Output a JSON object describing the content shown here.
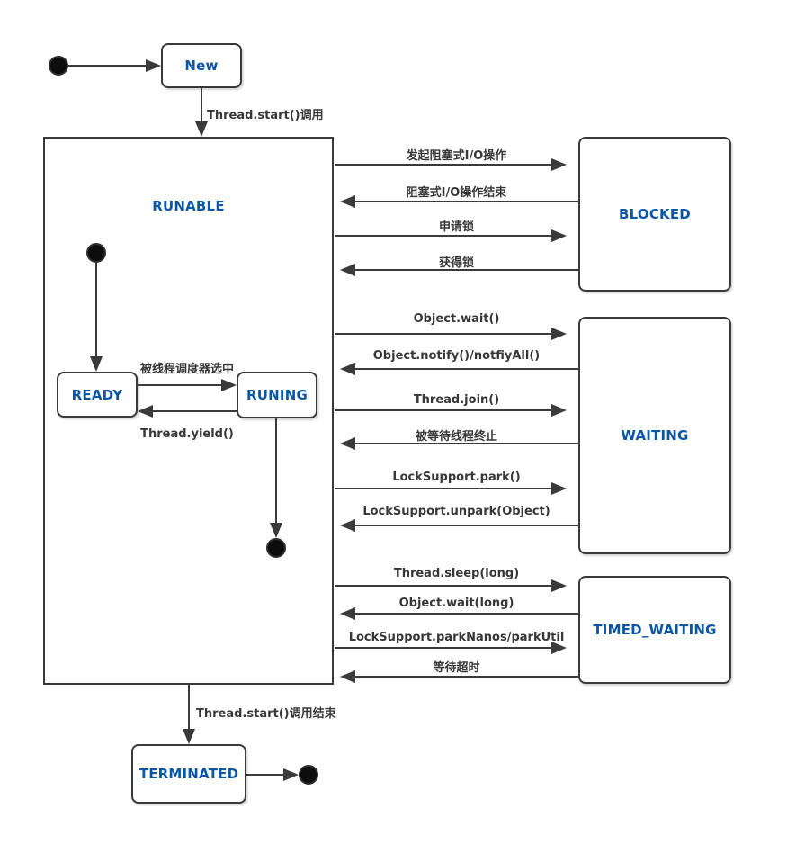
{
  "colors": {
    "state_label": "#0b57a5",
    "line": "#3a3a3a",
    "label_text": "#383838",
    "background": "#ffffff"
  },
  "states": {
    "new": "New",
    "runable": "RUNABLE",
    "ready": "READY",
    "runing": "RUNING",
    "blocked": "BLOCKED",
    "waiting": "WAITING",
    "timed_waiting": "TIMED_WAITING",
    "terminated": "TERMINATED"
  },
  "transitions": {
    "thread_start": "Thread.start()调用",
    "scheduler_selected": "被线程调度器选中",
    "thread_yield": "Thread.yield()",
    "thread_start_end": "Thread.start()调用结束",
    "blocked": [
      {
        "label": "发起阻塞式I/O操作",
        "direction": "right"
      },
      {
        "label": "阻塞式I/O操作结束",
        "direction": "left"
      },
      {
        "label": "申请锁",
        "direction": "right"
      },
      {
        "label": "获得锁",
        "direction": "left"
      }
    ],
    "waiting": [
      {
        "label": "Object.wait()",
        "direction": "right"
      },
      {
        "label": "Object.notify()/notfiyAll()",
        "direction": "left"
      },
      {
        "label": "Thread.join()",
        "direction": "right"
      },
      {
        "label": "被等待线程终止",
        "direction": "left"
      },
      {
        "label": "LockSupport.park()",
        "direction": "right"
      },
      {
        "label": "LockSupport.unpark(Object)",
        "direction": "left"
      }
    ],
    "timed_waiting": [
      {
        "label": "Thread.sleep(long)",
        "direction": "right"
      },
      {
        "label": "Object.wait(long)",
        "direction": "left"
      },
      {
        "label": "LockSupport.parkNanos/parkUtil",
        "direction": "right"
      },
      {
        "label": "等待超时",
        "direction": "left"
      }
    ]
  }
}
